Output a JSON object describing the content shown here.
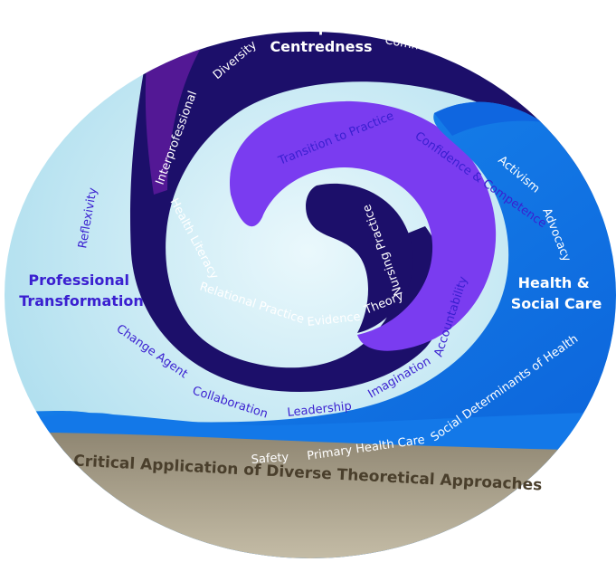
{
  "headings": {
    "people": [
      "People-",
      "Centredness"
    ],
    "professional": [
      "Professional",
      "Transformation"
    ],
    "health": [
      "Health &",
      "Social Care"
    ],
    "critical": "Critical Application of  Diverse Theoretical Approaches"
  },
  "labels": {
    "communication": "Communication",
    "diversity": "Diversity",
    "interprofessional": "Interprofessional",
    "health_literacy": "Health Literacy",
    "relational_practice": "Relational Practice",
    "evidence": "Evidence",
    "theory": "Theory",
    "nursing_practice": "Nursing Practice",
    "transition": "Transition to Practice",
    "confidence": "Confidence & Competence",
    "accountability": "Accountability",
    "imagination": "Imagination",
    "leadership": "Leadership",
    "collaboration": "Collaboration",
    "change_agent": "Change Agent",
    "reflexivity": "Reflexivity",
    "activism": "Activism",
    "advocacy": "Advocacy",
    "safety": "Safety",
    "primary_health_care": "Primary Health Care",
    "social_determinants": "Social Determinants of Health"
  },
  "colors": {
    "sky": "#bfe6f2",
    "navy": "#1c0f6a",
    "violet": "#7a3cf0",
    "blue": "#1378e8",
    "sand": "#a69c82"
  }
}
